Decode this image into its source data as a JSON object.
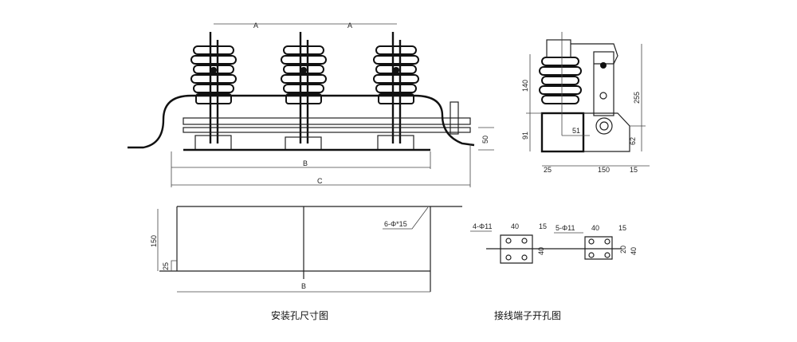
{
  "front_view": {
    "dim_a1": "A",
    "dim_a2": "A",
    "dim_b": "B",
    "dim_c": "C",
    "dim_50": "50"
  },
  "side_view": {
    "dim_140": "140",
    "dim_91": "91",
    "dim_255": "255",
    "dim_51": "51",
    "dim_62": "62",
    "dim_25": "25",
    "dim_150": "150",
    "dim_15": "15"
  },
  "mounting_holes": {
    "dim_150": "150",
    "dim_25": "25",
    "dim_b": "B",
    "hole_note": "6-Φ*15",
    "caption": "安装孔尺寸图"
  },
  "terminal_holes": {
    "left_note": "4-Φ11",
    "left_40": "40",
    "left_15": "15",
    "left_v40": "40",
    "right_note": "5-Φ11",
    "right_40": "40",
    "right_15": "15",
    "right_v1": "20",
    "right_v2": "40",
    "caption": "接线端子开孔图"
  }
}
